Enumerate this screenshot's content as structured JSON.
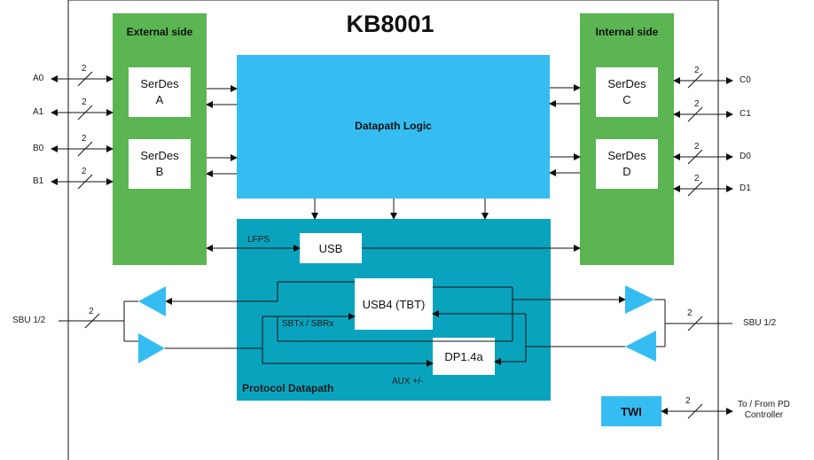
{
  "chip": {
    "title": "KB8001"
  },
  "external": {
    "title": "External side",
    "serdes_a": [
      "SerDes",
      "A"
    ],
    "serdes_b": [
      "SerDes",
      "B"
    ]
  },
  "internal": {
    "title": "Internal side",
    "serdes_c": [
      "SerDes",
      "C"
    ],
    "serdes_d": [
      "SerDes",
      "D"
    ]
  },
  "datapath": {
    "label": "Datapath Logic"
  },
  "protocol": {
    "label": "Protocol Datapath",
    "usb": "USB",
    "usb4": "USB4 (TBT)",
    "dp": "DP1.4a",
    "lfps": "LFPS",
    "sbtx": "SBTx / SBRx",
    "aux": "AUX +/-"
  },
  "twi": {
    "label": "TWI"
  },
  "pins_left": [
    "A0",
    "A1",
    "B0",
    "B1"
  ],
  "pins_right": [
    "C0",
    "C1",
    "D0",
    "D1"
  ],
  "bus_width": "2",
  "sbu_left": "SBU 1/2",
  "sbu_right": "SBU 1/2",
  "pd_controller": [
    "To / From PD",
    "Controller"
  ],
  "colors": {
    "green": "#5bb552",
    "blue": "#35bdf2",
    "teal": "#0aa3bd",
    "buffer": "#35bdf2",
    "line": "#111111"
  }
}
